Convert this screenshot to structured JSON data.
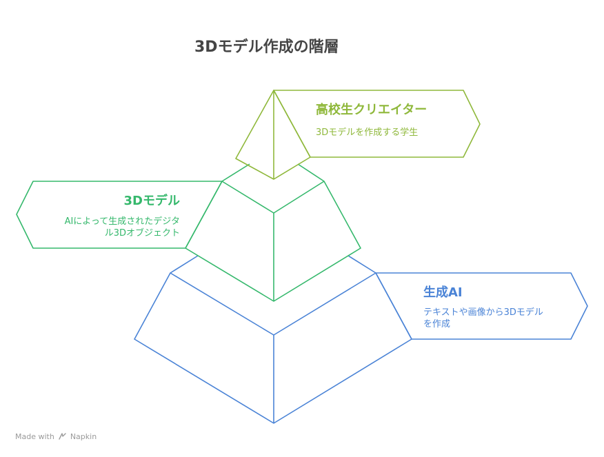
{
  "title": "3Dモデル作成の階層",
  "levels": [
    {
      "heading": "高校生クリエイター",
      "description": "3Dモデルを作成する学生",
      "color": "#8fb83b"
    },
    {
      "heading": "3Dモデル",
      "description_line1": "AIによって生成されたデジタ",
      "description_line2": "ル3Dオブジェクト",
      "color": "#35b86c"
    },
    {
      "heading": "生成AI",
      "description_line1": "テキストや画像から3Dモデル",
      "description_line2": "を作成",
      "color": "#4a83d6"
    }
  ],
  "footer": {
    "made_with": "Made with",
    "brand": "Napkin"
  }
}
